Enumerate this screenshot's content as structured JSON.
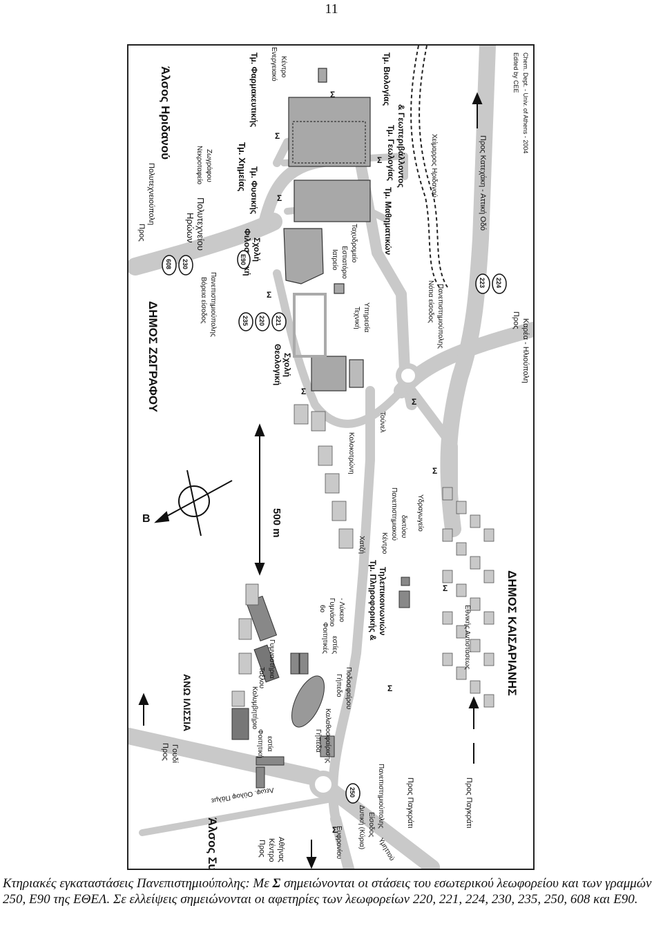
{
  "page_number": "11",
  "caption": {
    "part1": "Κτηριακές εγκαταστάσεις Πανεπιστημιούπολης: Με ",
    "sigma": "Σ",
    "part2": " σημειώνονται οι στάσεις του εσωτερικού λεωφορείου και των γραμμών 250, Ε90 της ΕΘΕΛ. Σε ελλείψεις σημειώνονται οι αφετηρίες των λεωφορείων 220, 221, 224, 230, 235, 250, 608 και Ε90."
  },
  "map": {
    "credit_1": "Edited by CEE",
    "credit_2": "Chem. Dept. - Univ. of Athens - 2004",
    "municipalities": {
      "zografou": "ΔΗΜΟΣ ΖΩΓΡΑΦΟΥ",
      "kaisariani": "ΔΗΜΟΣ ΚΑΙΣΑΡΙΑΝΗΣ",
      "ano_ilisia": "ΑΝΩ ΙΛΙΣΣΙΑ"
    },
    "parks": {
      "alsos_iridanou": "Άλσος Ηριδανού",
      "alsos_syngrou": "Άλσος Συγγρού"
    },
    "departments": {
      "pharmacy": "Τμ. Φαρμακευτικής",
      "biology": "Τμ. Βιολογίας",
      "chemistry": "Τμ. Χημείας",
      "geology_1": "Τμ. Γεωλογίας",
      "geology_2": "& Γεωπεριβάλλοντος",
      "physics": "Τμ. Φυσικής",
      "mathematics": "Τμ. Μαθηματικών",
      "philosophy_1": "Φιλοσοφική",
      "philosophy_2": "Σχολή",
      "theology_1": "Θεολογική",
      "theology_2": "Σχολή",
      "informatics_1": "Τμ. Πληροφορικής &",
      "informatics_2": "Τηλεπικοινωνιών"
    },
    "places": {
      "energy_center_1": "Ενεργειακό",
      "energy_center_2": "Κέντρο",
      "necrotomy_1": "Νεκροταφείο",
      "necrotomy_2": "Ζωγράφου",
      "to_polytechnic_1": "Προς",
      "to_polytechnic_2": "Πολυτεχνειούπολη",
      "iroon_1": "Ηρώων",
      "iroon_2": "Πολυτεχνείου",
      "north_entrance_1": "Βόρεια είσοδος",
      "north_entrance_2": "Πανεπιστημιούπολης",
      "infirmary": "Ιατρείο",
      "restaurant": "Εστιατόριο",
      "post_office": "Ταχυδρομείο",
      "technical_1": "Τεχνική",
      "technical_2": "Υπηρεσία",
      "torrent": "Χείμαρρος Ηριδανού",
      "to_katechaki": "Προς Κατεχάκη - Αττική Οδό",
      "south_entrance_1": "Νότια είσοδος",
      "south_entrance_2": "Πανεπιστημιούπολης",
      "to_karea_1": "Προς",
      "to_karea_2": "Καρέα - Ηλιούπολη",
      "tunnel": "Τούνελ",
      "kolokotroni": "Κολοκοτρώνη",
      "chatzi": "Χατζή",
      "network_center_1": "Κέντρο",
      "network_center_2": "Πανεπιστημιακού",
      "network_center_3": "δικτύου",
      "water_tank": "Υδραγωγείο",
      "ethnikis": "Εθνικής Αντιστάσεως",
      "gymnasium_1": "6ο",
      "gymnasium_2": "Γυμνάσιο",
      "gymnasium_3": "- Λύκειο",
      "student_res_1": "Φοιτητικές",
      "student_res_2": "εστίες",
      "tazlou": "Ταξλου",
      "gyms": "Γυμναστήρια",
      "pool": "Κολυμβητήριο",
      "football_1": "Γήπεδο",
      "football_2": "Ποδοσφαίρου",
      "basketball_1": "Γήπεδα",
      "basketball_2": "Καλαθοσφαίρισης",
      "student_home_1": "Φοιτητική",
      "student_home_2": "εστία",
      "to_goudi_1": "Προς",
      "to_goudi_2": "Γουδί",
      "ouaf_palme": "Λεωφ. Ούλοφ Πάλμε",
      "west_entrance_1": "Δυτική (Κύρια)",
      "west_entrance_2": "Είσοδος",
      "west_entrance_3": "Πανεπιστημιούπολης",
      "to_pagkrati_1": "Προς Παγκράτι",
      "to_pagkrati_2": "Προς Παγκράτι",
      "to_athens_1": "Προς",
      "to_athens_2": "Κέντρο",
      "to_athens_3": "Αθήνας",
      "effroniou": "Ευφρονίου",
      "ymittou": "Υμηττού"
    },
    "scale": "500 m",
    "north": "B",
    "bus_stop": "Σ",
    "bus_routes_north": [
      "608",
      "230"
    ],
    "bus_routes_e90": "Ε90",
    "bus_routes_mid": [
      "235",
      "220",
      "221"
    ],
    "bus_routes_south": [
      "223",
      "224"
    ],
    "bus_routes_west": "250"
  }
}
